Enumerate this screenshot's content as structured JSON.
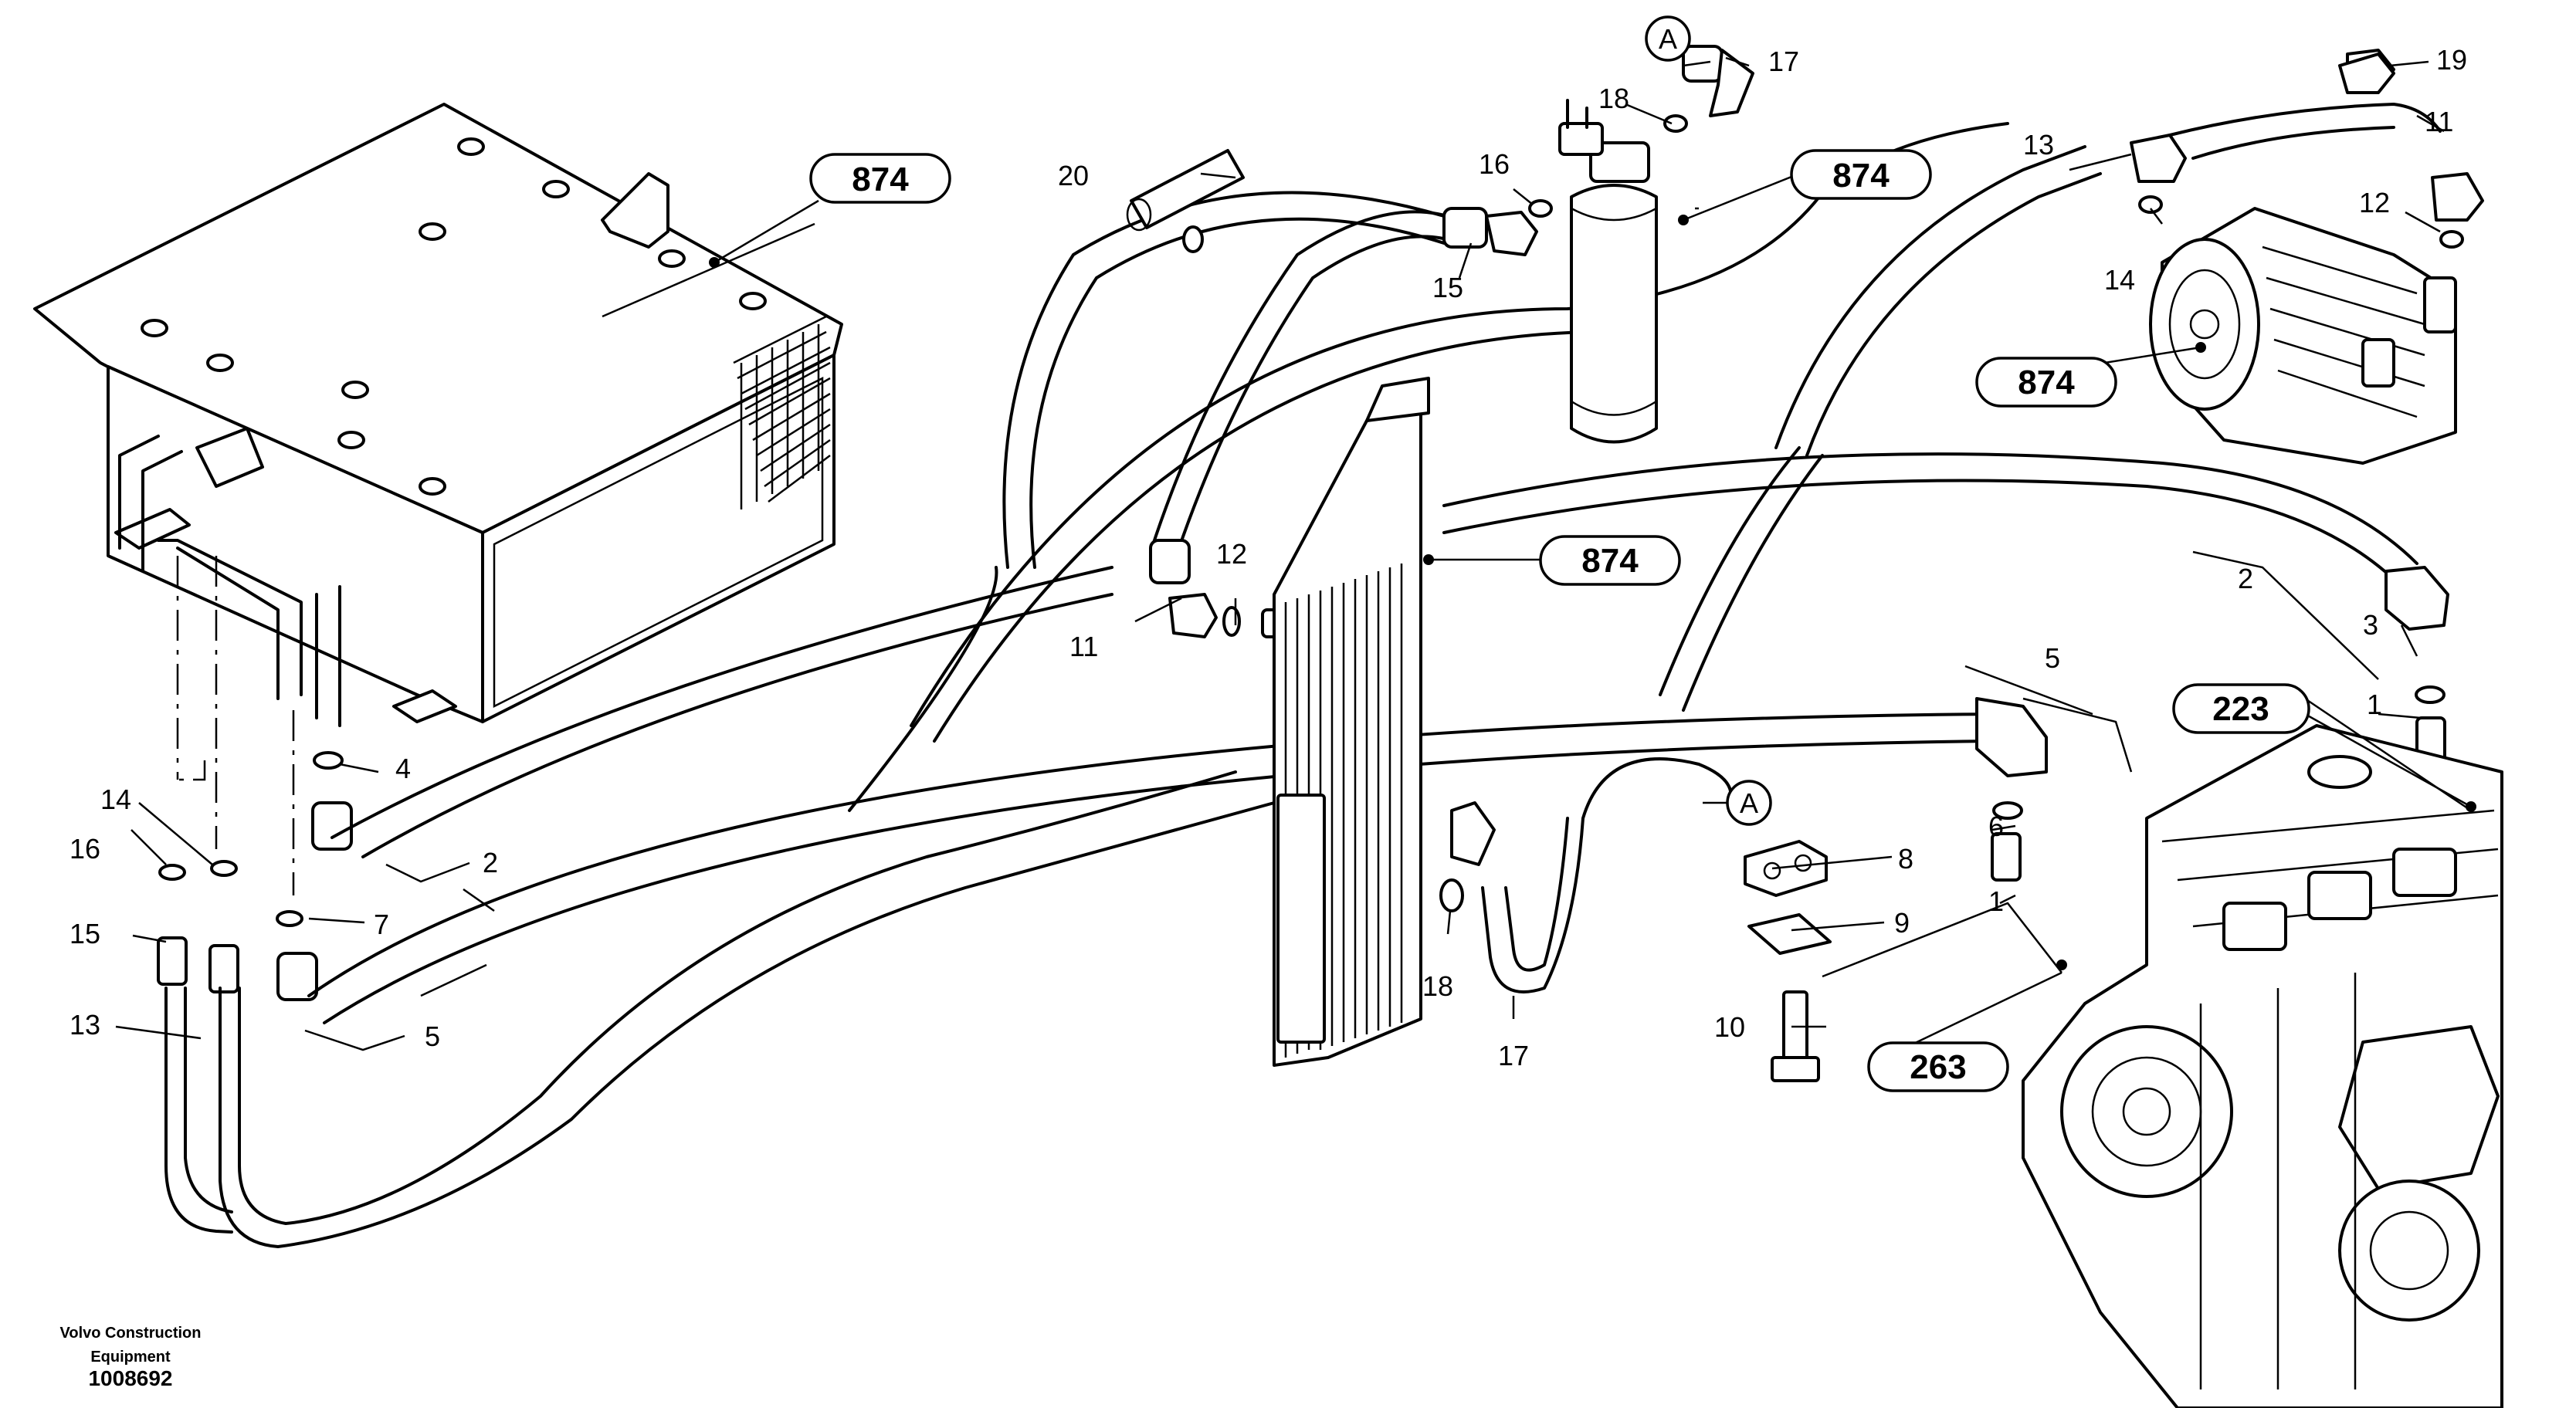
{
  "callouts": {
    "c1a": "1",
    "c1b": "1",
    "c2a": "2",
    "c2b": "2",
    "c3": "3",
    "c4": "4",
    "c5a": "5",
    "c5b": "5",
    "c6": "6",
    "c7": "7",
    "c8": "8",
    "c9": "9",
    "c10": "10",
    "c11a": "11",
    "c11b": "11",
    "c12a": "12",
    "c12b": "12",
    "c13a": "13",
    "c13b": "13",
    "c14a": "14",
    "c14b": "14",
    "c15a": "15",
    "c15b": "15",
    "c16a": "16",
    "c16b": "16",
    "c17a": "17",
    "c17b": "17",
    "c18a": "18",
    "c18b": "18",
    "c19": "19",
    "c20": "20",
    "conn_a1": "A",
    "conn_a2": "A"
  },
  "refs": {
    "r874_cab": "874",
    "r874_drier": "874",
    "r874_comp": "874",
    "r874_cond": "874",
    "r223": "223",
    "r263": "263"
  },
  "footer": {
    "brand_line1": "Volvo Construction",
    "brand_line2": "Equipment",
    "doc_number": "1008692"
  }
}
